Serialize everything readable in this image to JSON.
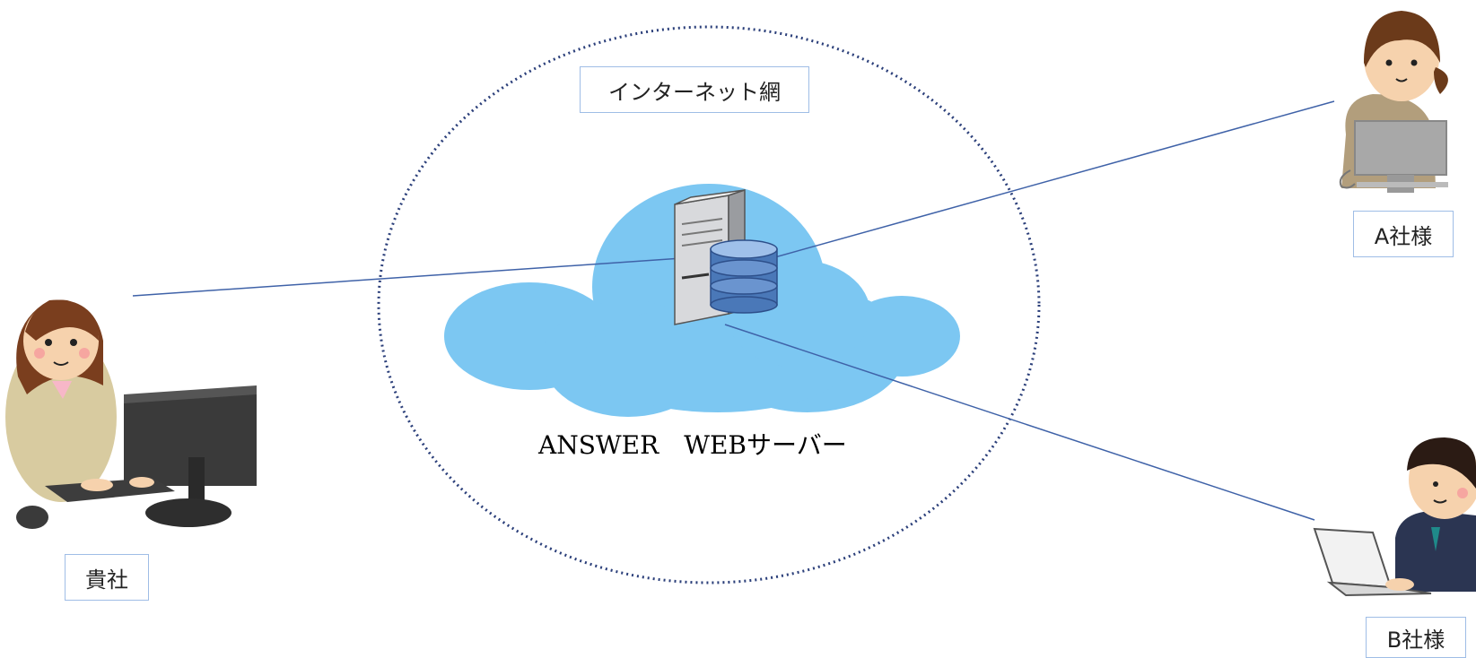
{
  "network": {
    "label": "インターネット網"
  },
  "server": {
    "caption": "ANSWER　WEBサーバー"
  },
  "nodes": {
    "your_company": {
      "label": "貴社"
    },
    "company_a": {
      "label": "A社様"
    },
    "company_b": {
      "label": "B社様"
    }
  },
  "colors": {
    "cloud": "#7cc7f2",
    "link_line": "#3f62a8",
    "dotted_ellipse": "#2b3f7a",
    "label_border": "#9fbde6"
  },
  "icons": [
    "person-at-desktop-icon",
    "cloud-icon",
    "server-tower-icon",
    "database-icon",
    "person-at-monitor-icon",
    "person-with-laptop-icon"
  ]
}
